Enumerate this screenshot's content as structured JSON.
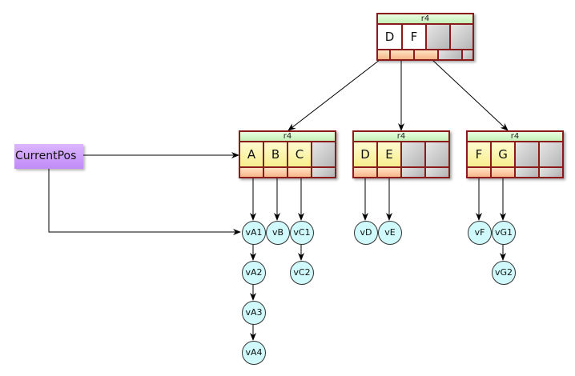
{
  "diagram": {
    "cursor": {
      "label": "CurrentPos",
      "color": "#c8a0ff"
    },
    "nodes": [
      {
        "id": "root",
        "header": "r4",
        "keys": [
          "D",
          "F",
          "",
          ""
        ],
        "key_style": "white",
        "children_used": 3
      },
      {
        "id": "leaf-a",
        "header": "r4",
        "keys": [
          "A",
          "B",
          "C",
          ""
        ],
        "key_style": "yellow"
      },
      {
        "id": "leaf-d",
        "header": "r4",
        "keys": [
          "D",
          "E",
          "",
          ""
        ],
        "key_style": "yellow"
      },
      {
        "id": "leaf-f",
        "header": "r4",
        "keys": [
          "F",
          "G",
          "",
          ""
        ],
        "key_style": "yellow"
      }
    ],
    "values": [
      "vA1",
      "vB",
      "vC1",
      "vA2",
      "vC2",
      "vA3",
      "vA4",
      "vD",
      "vE",
      "vF",
      "vG1",
      "vG2"
    ],
    "edges": [
      [
        "root",
        "leaf-a"
      ],
      [
        "root",
        "leaf-d"
      ],
      [
        "root",
        "leaf-f"
      ],
      [
        "CurrentPos",
        "leaf-a"
      ],
      [
        "CurrentPos",
        "vA1"
      ],
      [
        "A",
        "vA1"
      ],
      [
        "B",
        "vB"
      ],
      [
        "C",
        "vC1"
      ],
      [
        "vA1",
        "vA2"
      ],
      [
        "vA2",
        "vA3"
      ],
      [
        "vA3",
        "vA4"
      ],
      [
        "vC1",
        "vC2"
      ],
      [
        "D",
        "vD"
      ],
      [
        "E",
        "vE"
      ],
      [
        "F",
        "vF"
      ],
      [
        "G",
        "vG1"
      ],
      [
        "vG1",
        "vG2"
      ]
    ],
    "colors": {
      "border": "#8b1a1a",
      "header": "#d0f5c4",
      "key_yellow": "#fbf3a8",
      "pointer_orange": "#fbc89c",
      "empty_gray": "#c8c8c8",
      "value_circle": "#cff9fa"
    }
  }
}
